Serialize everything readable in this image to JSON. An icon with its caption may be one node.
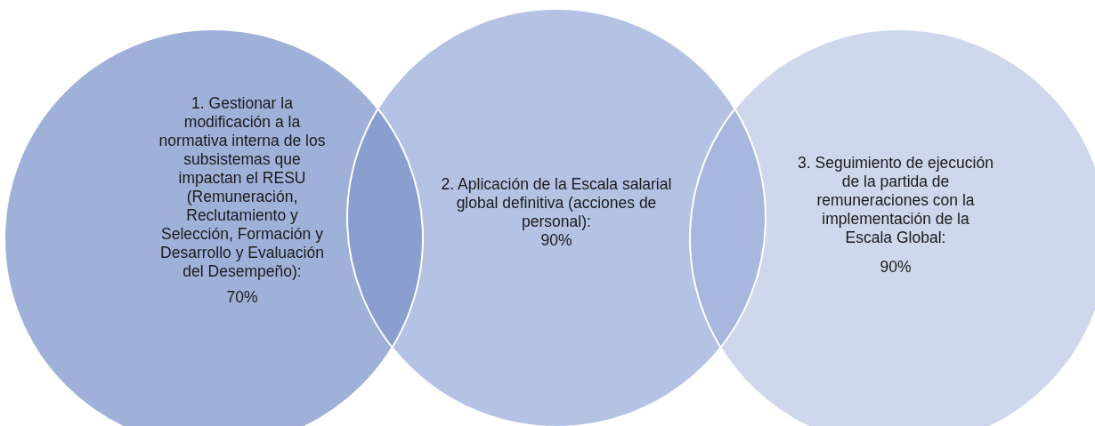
{
  "diagram": {
    "nodes": [
      {
        "text": [
          "1. Gestionar la modificación a la normativa interna de los subsistemas que impactan el RESU (Remuneración, Reclutamiento y Selección, Formación y Desarrollo y Evaluación del Desempeño):",
          "70%"
        ]
      },
      {
        "text": [
          "2. Aplicación de la Escala salarial global definitiva (acciones de personal):",
          "90%"
        ]
      },
      {
        "text": [
          "3. Seguimiento de ejecución de la partida de remuneraciones con la implementación de la Escala Global:",
          "90%"
        ]
      }
    ],
    "edges": []
  }
}
